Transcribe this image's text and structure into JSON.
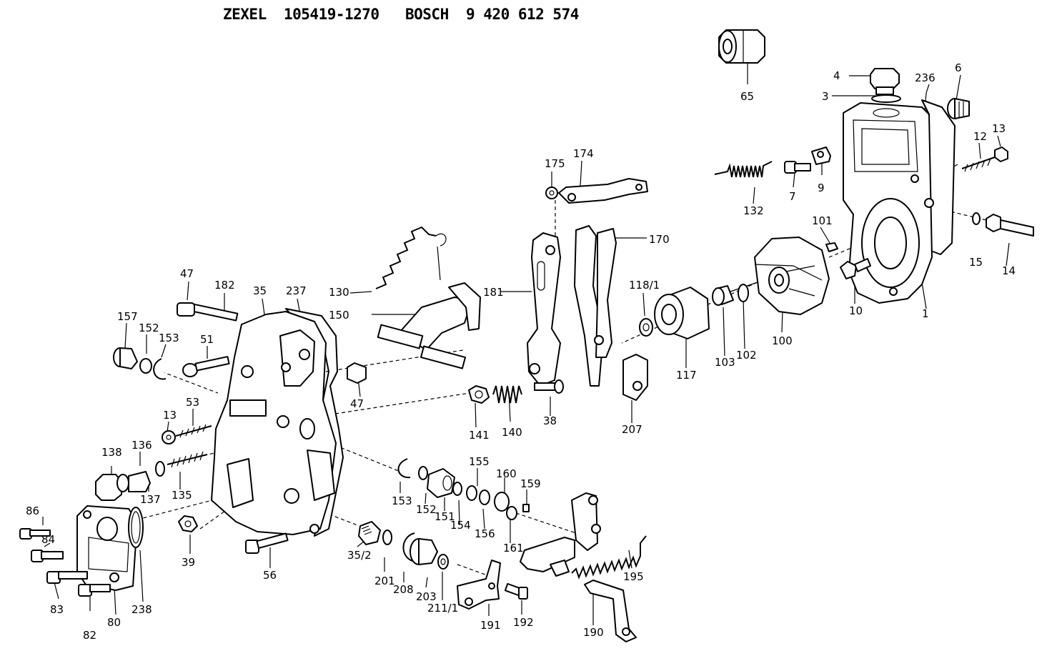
{
  "title": "ZEXEL  105419-1270   BOSCH  9 420 612 574",
  "labels": {
    "l65": "65",
    "l4": "4",
    "l3": "3",
    "l236": "236",
    "l6": "6",
    "l13a": "13",
    "l12": "12",
    "l9": "9",
    "l7": "7",
    "l132": "132",
    "l101": "101",
    "l15": "15",
    "l14": "14",
    "l10": "10",
    "l1": "1",
    "l175": "175",
    "l174": "174",
    "l170": "170",
    "l181": "181",
    "l118_1": "118/1",
    "l117": "117",
    "l103": "103",
    "l102": "102",
    "l100": "100",
    "l207": "207",
    "l130": "130",
    "l150": "150",
    "l47a": "47",
    "l182": "182",
    "l35": "35",
    "l237": "237",
    "l157": "157",
    "l152a": "152",
    "l153a": "153",
    "l51": "51",
    "l47b": "47",
    "l13b": "13",
    "l53": "53",
    "l141": "141",
    "l140": "140",
    "l38": "38",
    "l138": "138",
    "l136": "136",
    "l137": "137",
    "l135": "135",
    "l153b": "153",
    "l152b": "152",
    "l151": "151",
    "l154": "154",
    "l155": "155",
    "l156": "156",
    "l160": "160",
    "l161": "161",
    "l159": "159",
    "l86": "86",
    "l84": "84",
    "l83": "83",
    "l82": "82",
    "l80": "80",
    "l238": "238",
    "l39": "39",
    "l56": "56",
    "l35_2": "35/2",
    "l201": "201",
    "l208": "208",
    "l203": "203",
    "l211_1": "211/1",
    "l191": "191",
    "l192": "192",
    "l195": "195",
    "l190": "190"
  }
}
